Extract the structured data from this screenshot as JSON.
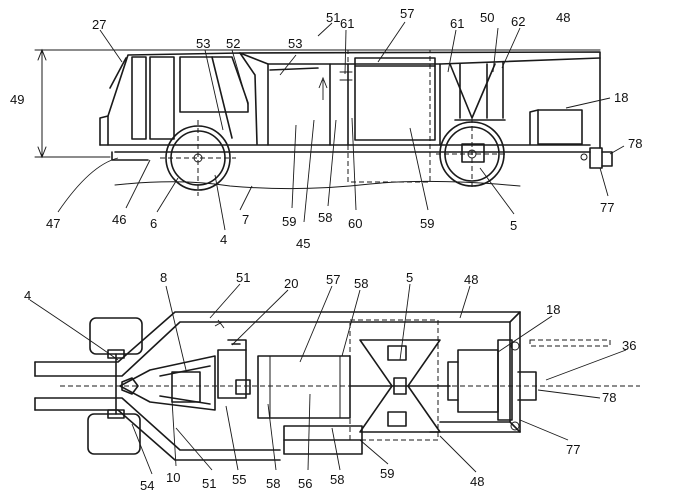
{
  "figure": {
    "side_view": {
      "labels": {
        "l27": "27",
        "l53a": "53",
        "l52": "52",
        "l53b": "53",
        "l51": "51",
        "l57": "57",
        "l61a": "61",
        "l61b": "61",
        "l50": "50",
        "l62": "62",
        "l48": "48",
        "l49": "49",
        "l18": "18",
        "l78": "78",
        "l77": "77",
        "l47": "47",
        "l46": "46",
        "l6": "6",
        "l4": "4",
        "l7": "7",
        "l45": "45",
        "l58": "58",
        "l59a": "59",
        "l60": "60",
        "l59b": "59",
        "l5": "5"
      }
    },
    "plan_view": {
      "labels": {
        "l8": "8",
        "l51a": "51",
        "l20": "20",
        "l57": "57",
        "l58a": "58",
        "l5": "5",
        "l48a": "48",
        "l4": "4",
        "l18": "18",
        "l36": "36",
        "l78": "78",
        "l77": "77",
        "l48b": "48",
        "l59": "59",
        "l58b": "58",
        "l56": "56",
        "l58c": "58",
        "l55": "55",
        "l51b": "51",
        "l10": "10",
        "l54": "54"
      }
    }
  }
}
